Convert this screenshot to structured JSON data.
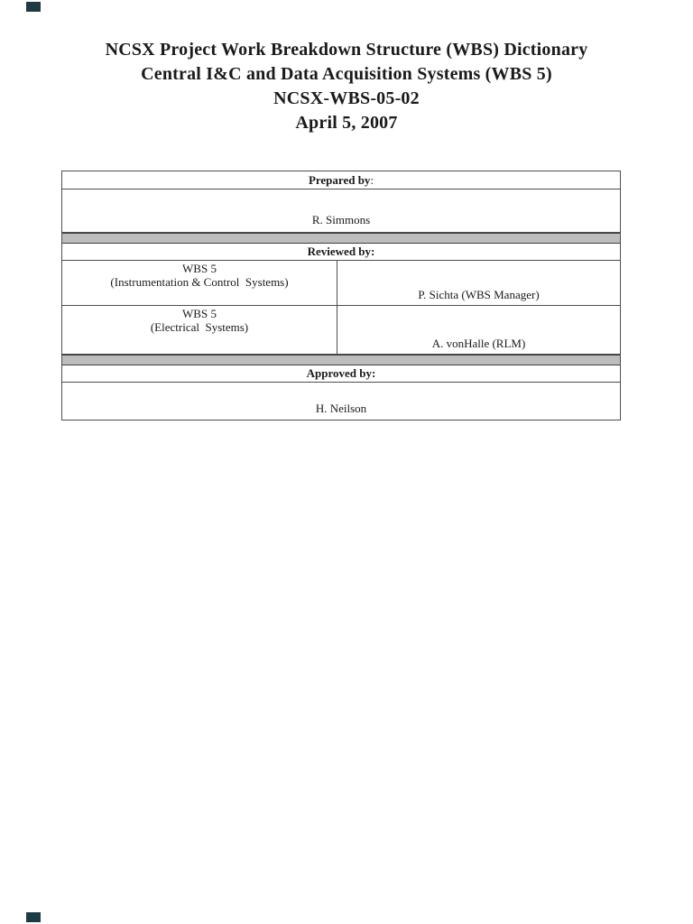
{
  "page": {
    "background": "#ffffff",
    "corner_marker_color": "#1e3a44"
  },
  "title_block": {
    "line1": "NCSX Project Work Breakdown Structure (WBS) Dictionary",
    "line2": "Central I&C and Data Acquisition Systems (WBS 5)",
    "line3": "NCSX-WBS-05-02",
    "line4": "April 5, 2007"
  },
  "signature_table": {
    "colors": {
      "separator_fill": "#bdbdbd",
      "border": "#4d4d4d"
    },
    "prepared": {
      "header_bold": "Prepared by",
      "header_colon": ":",
      "name": "R. Simmons"
    },
    "reviewed": {
      "header": "Reviewed by:",
      "rows": [
        {
          "role_line1": "WBS 5",
          "role_line2": "(Instrumentation & Control  Systems)",
          "signer": "P. Sichta (WBS Manager)"
        },
        {
          "role_line1": "WBS 5",
          "role_line2": "(Electrical  Systems)",
          "signer": "A. vonHalle (RLM)"
        }
      ]
    },
    "approved": {
      "header": "Approved by:",
      "name": "H. Neilson"
    }
  }
}
